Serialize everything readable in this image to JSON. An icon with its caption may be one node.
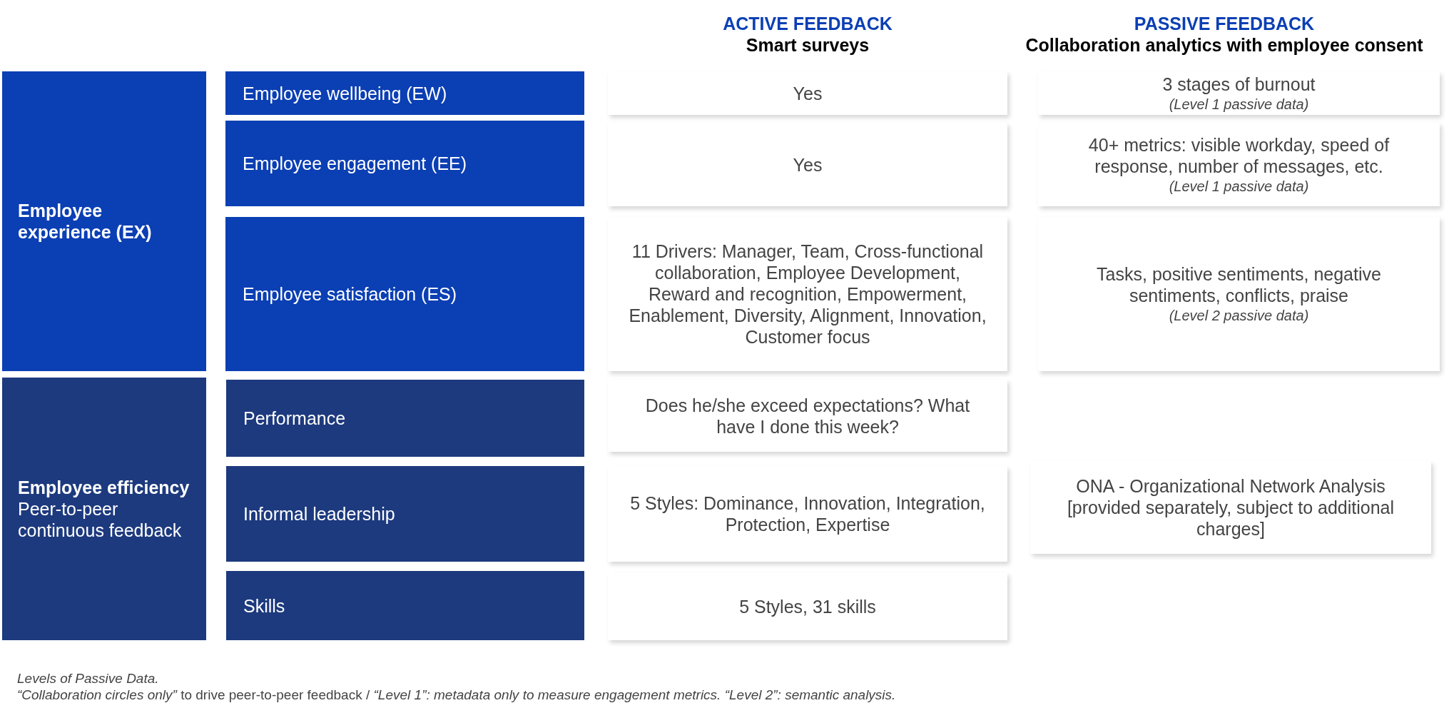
{
  "diagram": {
    "nodes": [
      {
        "text": [
          "Employee experience (EX)"
        ]
      },
      {
        "text": [
          "Employee wellbeing (EW)"
        ]
      },
      {
        "text": [
          "Yes"
        ]
      },
      {
        "text": [
          "3 stages of burnout",
          "(Level 1 passive data)"
        ]
      },
      {
        "text": [
          "Employee engagement (EE)"
        ]
      },
      {
        "text": [
          "Yes"
        ]
      },
      {
        "text": [
          "40+ metrics: visible workday, speed of response, number of messages, etc.",
          "(Level 1 passive data)"
        ]
      },
      {
        "text": [
          "Employee satisfaction (ES)"
        ]
      },
      {
        "text": [
          "11 Drivers: Manager, Team, Cross-functional collaboration, Employee Development, Reward and recognition, Empowerment, Enablement, Diversity, Alignment, Innovation, Customer focus"
        ]
      },
      {
        "text": [
          "Tasks, positive sentiments, negative sentiments, conflicts, praise",
          "(Level 2 passive data)"
        ]
      },
      {
        "text": [
          "Employee efficiency",
          "Peer-to-peer continuous feedback"
        ]
      },
      {
        "text": [
          "Performance"
        ]
      },
      {
        "text": [
          "Does he/she exceed expectations? What have I done this week?"
        ]
      },
      {
        "text": [
          "ONA - Organizational Network Analysis [provided separately, subject to additional charges]"
        ]
      },
      {
        "text": [
          "Informal leadership"
        ]
      },
      {
        "text": [
          "5 Styles: Dominance, Innovation, Integration, Protection, Expertise"
        ]
      },
      {
        "text": [
          "Skills"
        ]
      },
      {
        "text": [
          "5 Styles, 31 skills"
        ]
      }
    ],
    "labels": [
      "ACTIVE FEEDBACK",
      "Smart surveys",
      "PASSIVE FEEDBACK",
      "Collaboration analytics with employee consent",
      "Levels of Passive Data.",
      "*“Collaboration circles only”* to drive peer-to-peer feedback / *“Level 1”: metadata only to measure engagement metrics. “Level 2”: semantic analysis.*"
    ]
  }
}
